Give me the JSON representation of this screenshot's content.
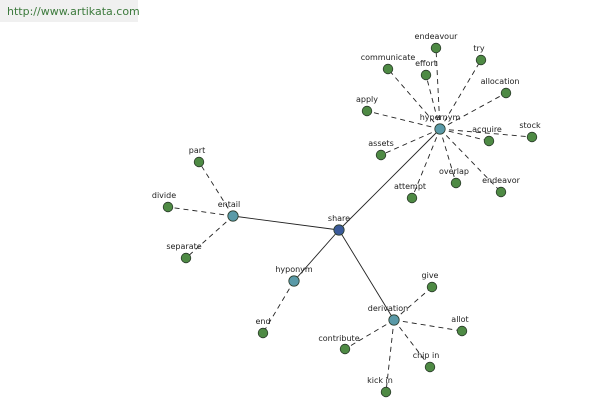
{
  "header": {
    "url": "http://www.artikata.com"
  },
  "colors": {
    "hub": "#3a5a9a",
    "relation": "#5a9aa8",
    "word": "#4e8a44",
    "node_stroke": "#2a3a2a",
    "edge": "#222222"
  },
  "graph": {
    "center": {
      "id": "share",
      "label": "share"
    },
    "relations": [
      {
        "id": "hypernym",
        "label": "hypernym",
        "words": [
          "endeavour",
          "communicate",
          "try",
          "effort",
          "allocation",
          "apply",
          "acquire",
          "stock",
          "assets",
          "attempt",
          "overlap",
          "endeavor"
        ]
      },
      {
        "id": "entail",
        "label": "entail",
        "words": [
          "part",
          "divide",
          "separate"
        ]
      },
      {
        "id": "hyponym",
        "label": "hyponym",
        "words": [
          "end"
        ]
      },
      {
        "id": "derivation",
        "label": "derivation",
        "words": [
          "give",
          "allot",
          "contribute",
          "chip in",
          "kick in"
        ]
      }
    ]
  }
}
